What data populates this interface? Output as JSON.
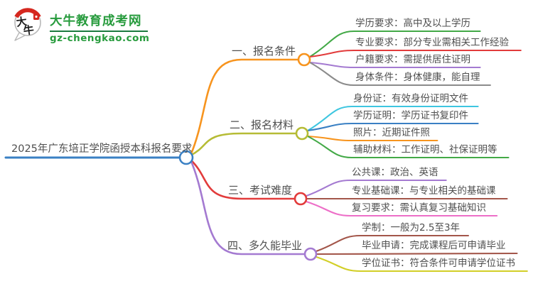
{
  "logo": {
    "icon_name": "daniu-cow-speech-bubble",
    "icon_chars": [
      "大",
      "牛"
    ],
    "site_name": "大牛教育成考网",
    "site_url": "gz-chengkao.com",
    "brand_green": "#279b3d",
    "divider_green": "#1c7a40",
    "seal_red": "#d5281f",
    "bubble_border": "#b8b8b8",
    "ink_black": "#1c1c1c"
  },
  "mindmap": {
    "text_color": "#4f4f4f",
    "root": {
      "label": "2025年广东培正学院函授本科报名要求",
      "color": "#3a80c4"
    },
    "branches": [
      {
        "label": "一、报名条件",
        "color": "#f7941e",
        "children": [
          {
            "label": "学历要求：高中及以上学历",
            "color": "#43a947"
          },
          {
            "label": "专业要求：部分专业需相关工作经验",
            "color": "#e23b3b"
          },
          {
            "label": "户籍要求：需提供居住证明",
            "color": "#a47ad1"
          },
          {
            "label": "身体条件：身体健康，能自理",
            "color": "#8b8b8b"
          }
        ]
      },
      {
        "label": "二、报名材料",
        "color": "#b6bc35",
        "children": [
          {
            "label": "身份证：有效身份证明文件",
            "color": "#3ec6e0"
          },
          {
            "label": "学历证明：学历证书复印件",
            "color": "#3a80c4"
          },
          {
            "label": "照片：近期证件照",
            "color": "#f7941e"
          },
          {
            "label": "辅助材料：工作证明、社保证明等",
            "color": "#43a947"
          }
        ]
      },
      {
        "label": "三、考试难度",
        "color": "#e23b3b",
        "children": [
          {
            "label": "公共课：政治、英语",
            "color": "#a47ad1"
          },
          {
            "label": "专业基础课：与专业相关的基础课",
            "color": "#a3564a"
          },
          {
            "label": "复习要求：需认真复习基础知识",
            "color": "#ed6fc8"
          }
        ]
      },
      {
        "label": "四、多久能毕业",
        "color": "#a47ad1",
        "children": [
          {
            "label": "学制：一般为2.5至3年",
            "color": "#a3564a"
          },
          {
            "label": "毕业申请：完成课程后可申请毕业",
            "color": "#a3564a"
          },
          {
            "label": "学位证书：符合条件可申请学位证书",
            "color": "#d2cf28"
          }
        ]
      }
    ]
  }
}
